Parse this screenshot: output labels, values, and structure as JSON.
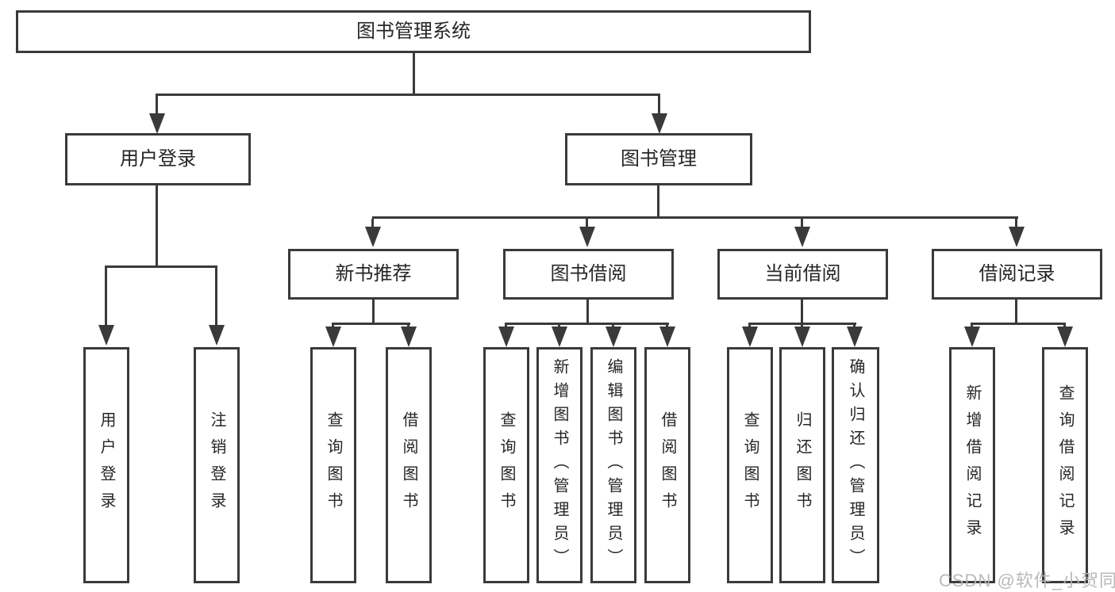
{
  "title": "图书管理系统",
  "l2": [
    "用户登录",
    "图书管理"
  ],
  "l3": [
    "新书推荐",
    "图书借阅",
    "当前借阅",
    "借阅记录"
  ],
  "leaves": {
    "login": [
      "用户登录",
      "注销登录"
    ],
    "recommend": [
      "查询图书",
      "借阅图书"
    ],
    "borrow": [
      "查询图书",
      "新增图书（管理员）",
      "编辑图书（管理员）",
      "借阅图书"
    ],
    "current": [
      "查询图书",
      "归还图书",
      "确认归还（管理员）"
    ],
    "records": [
      "新增借阅记录",
      "查询借阅记录"
    ]
  },
  "watermark": "CSDN @软件_小贺同学",
  "colors": {
    "line": "#3a3a3a",
    "text": "#262626",
    "watermark": "#b4b4b4",
    "bg": "#ffffff"
  }
}
